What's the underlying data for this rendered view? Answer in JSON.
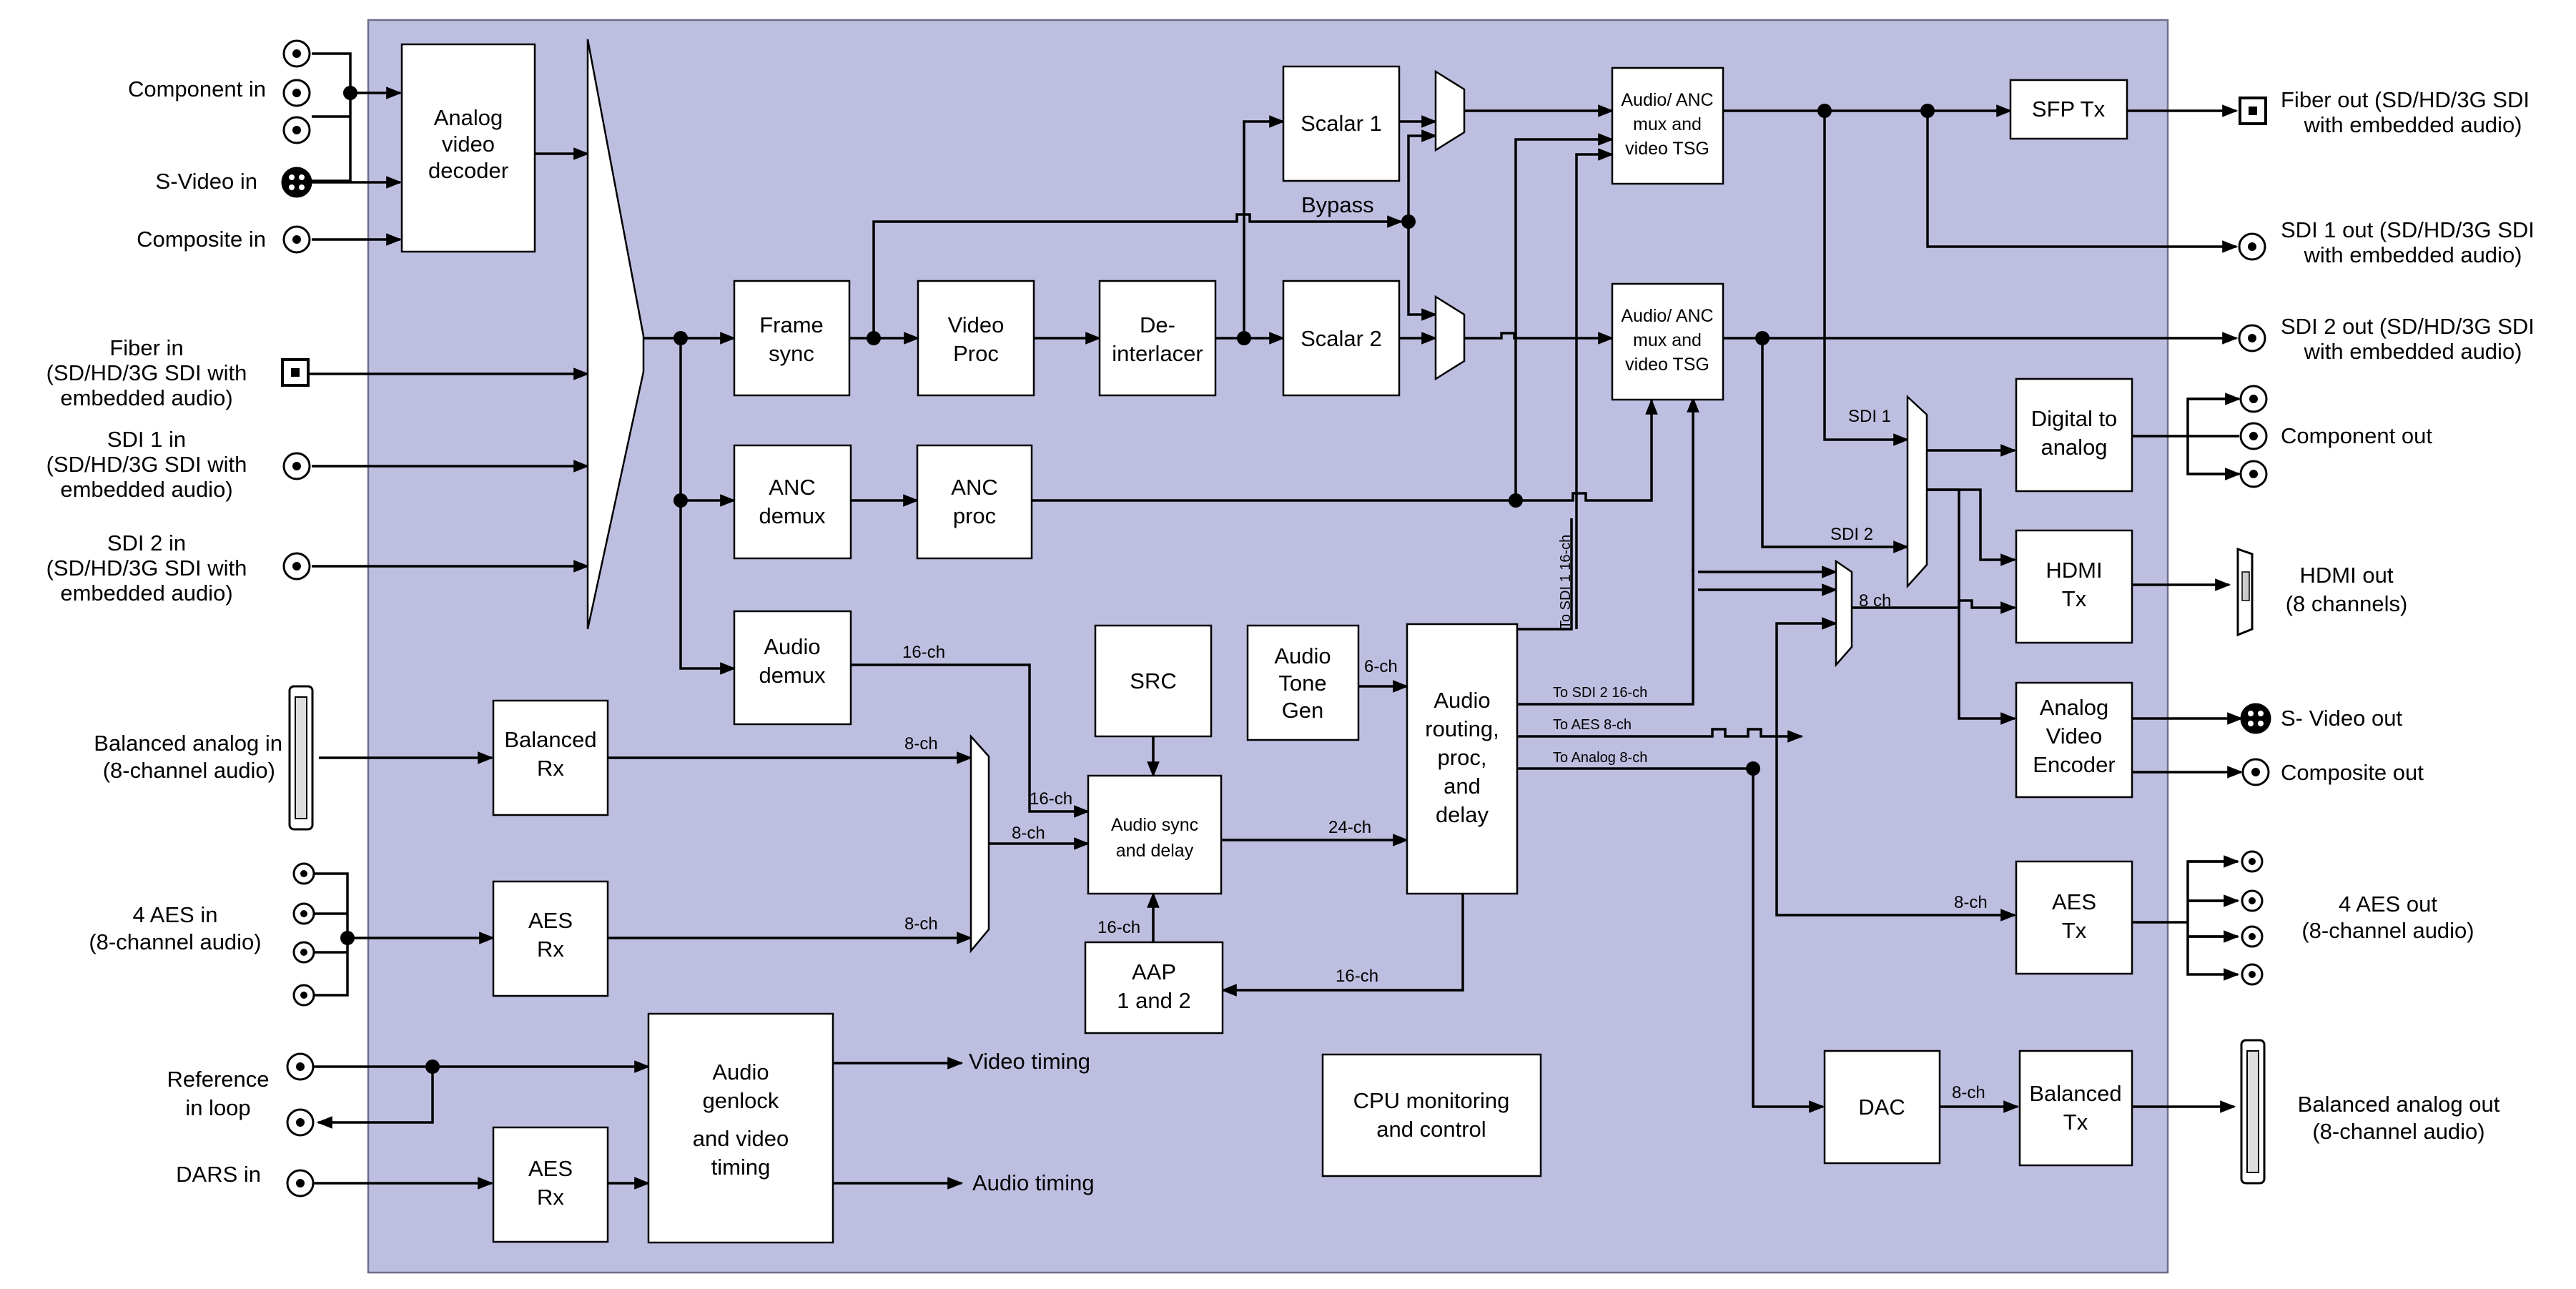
{
  "inputs": {
    "component_in": "Component in",
    "svideo_in": "S-Video in",
    "composite_in": "Composite in",
    "fiber_in": [
      "Fiber in",
      "(SD/HD/3G SDI with",
      "embedded audio)"
    ],
    "sdi1_in": [
      "SDI 1 in",
      "(SD/HD/3G SDI with",
      "embedded audio)"
    ],
    "sdi2_in": [
      "SDI 2 in",
      "(SD/HD/3G SDI with",
      "embedded audio)"
    ],
    "balanced_in": [
      "Balanced analog in",
      "(8-channel audio)"
    ],
    "aes_in": [
      "4 AES in",
      "(8-channel audio)"
    ],
    "reference": [
      "Reference",
      "in loop"
    ],
    "dars_in": "DARS in"
  },
  "outputs": {
    "fiber_out": [
      "Fiber out (SD/HD/3G SDI",
      "with embedded audio)"
    ],
    "sdi1_out": [
      "SDI 1 out (SD/HD/3G SDI",
      "with embedded audio)"
    ],
    "sdi2_out": [
      "SDI 2 out (SD/HD/3G SDI",
      "with embedded audio)"
    ],
    "component_out": "Component out",
    "hdmi_out": [
      "HDMI out",
      "(8 channels)"
    ],
    "svideo_out": "S- Video out",
    "composite_out": "Composite out",
    "aes_out": [
      "4 AES out",
      "(8-channel audio)"
    ],
    "balanced_out": [
      "Balanced analog out",
      "(8-channel audio)"
    ]
  },
  "blocks": {
    "analog_decoder": [
      "Analog",
      "video",
      "decoder"
    ],
    "frame_sync": [
      "Frame",
      "sync"
    ],
    "video_proc": [
      "Video",
      "Proc"
    ],
    "deinterlacer": [
      "De-",
      "interlacer"
    ],
    "scalar1": "Scalar 1",
    "scalar2": "Scalar 2",
    "mux1": [
      "Audio/ ANC",
      "mux and",
      "video TSG"
    ],
    "mux2": [
      "Audio/ ANC",
      "mux and",
      "video TSG"
    ],
    "sfp_tx": "SFP Tx",
    "anc_demux": [
      "ANC",
      "demux"
    ],
    "anc_proc": [
      "ANC",
      "proc"
    ],
    "audio_demux": [
      "Audio",
      "demux"
    ],
    "src": "SRC",
    "audio_tone_gen": [
      "Audio",
      "Tone",
      "Gen"
    ],
    "audio_routing": [
      "Audio",
      "routing,",
      "proc,",
      "and",
      "delay"
    ],
    "digital_to_analog": [
      "Digital to",
      "analog"
    ],
    "hdmi_tx": [
      "HDMI",
      "Tx"
    ],
    "analog_video_encoder": [
      "Analog",
      "Video",
      "Encoder"
    ],
    "balanced_rx": [
      "Balanced",
      "Rx"
    ],
    "aes_rx": [
      "AES",
      "Rx"
    ],
    "audio_sync": [
      "Audio sync",
      "and delay"
    ],
    "aap": [
      "AAP",
      "1 and 2"
    ],
    "aes_tx": [
      "AES",
      "Tx"
    ],
    "audio_genlock": [
      "Audio",
      "genlock",
      "and video",
      "timing"
    ],
    "aes_rx_dars": [
      "AES",
      "Rx"
    ],
    "cpu": [
      "CPU monitoring",
      "and control"
    ],
    "dac": "DAC",
    "balanced_tx": [
      "Balanced",
      "Tx"
    ]
  },
  "signals": {
    "bypass": "Bypass",
    "ch16_demux": "16-ch",
    "ch8_bal": "8-ch",
    "ch8_aes": "8-ch",
    "ch16_sync": "16-ch",
    "ch8_sync": "8-ch",
    "ch24": "24-ch",
    "ch16_aap_up": "16-ch",
    "ch16_aap": "16-ch",
    "ch6": "6-ch",
    "to_sdi1": "To SDI 1 16-ch",
    "to_sdi2": "To SDI 2 16-ch",
    "to_aes": "To AES 8-ch",
    "to_analog": "To Analog 8-ch",
    "sdi1": "SDI 1",
    "sdi2": "SDI 2",
    "ch8_hdmi": "8 ch",
    "ch8_aestx": "8-ch",
    "ch8_dac": "8-ch",
    "video_timing": "Video timing",
    "audio_timing": "Audio timing"
  },
  "colors": {
    "panel": "#bebfe0",
    "box": "#ffffff",
    "line": "#000000"
  }
}
